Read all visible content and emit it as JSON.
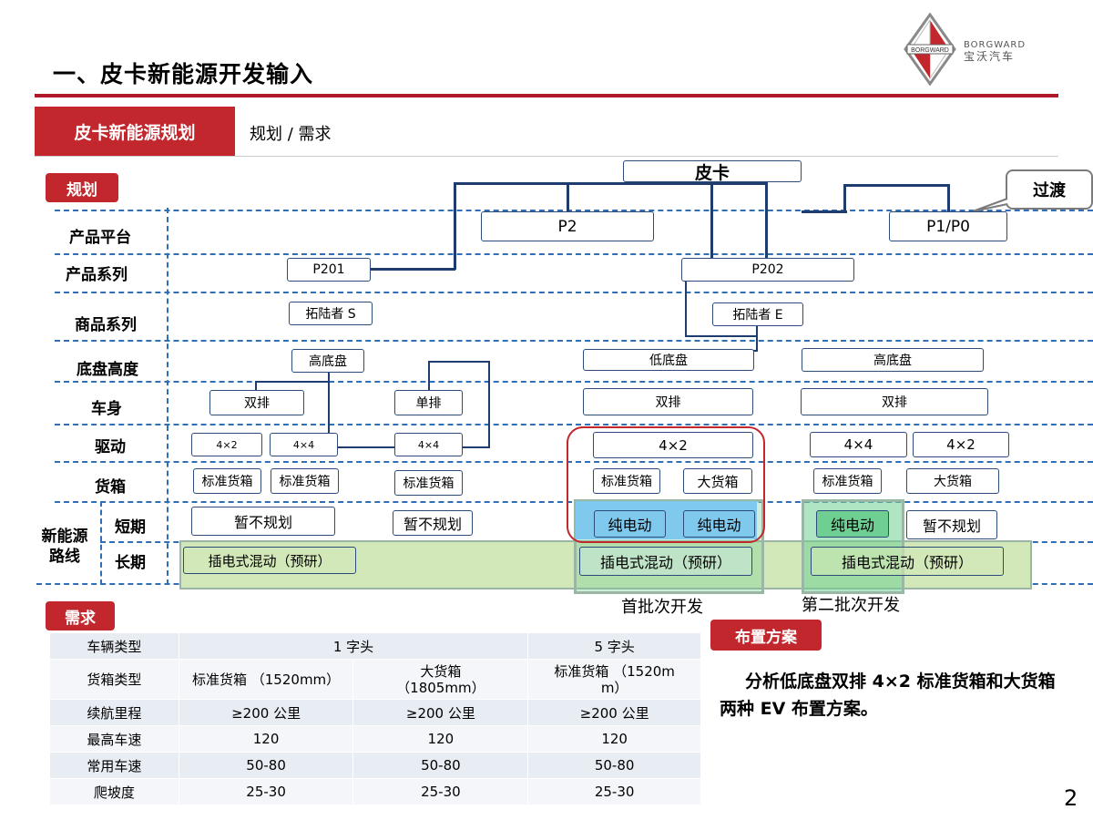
{
  "header": {
    "title": "一、皮卡新能源开发输入",
    "logo_text_en": "BORGWARD",
    "logo_text_cn": "宝沃汽车",
    "logo_badge": "BORGWARD"
  },
  "section": {
    "tab_label": "皮卡新能源规划",
    "subtitle": "规划 / 需求"
  },
  "planning": {
    "tag": "规划",
    "root": "皮卡",
    "callout": "过渡",
    "row_labels": {
      "platform": "产品平台",
      "series": "产品系列",
      "commodity": "商品系列",
      "chassis": "底盘高度",
      "body": "车身",
      "drive": "驱动",
      "cargo": "货箱",
      "route": "新能源\n路线",
      "short": "短期",
      "long": "长期"
    },
    "platforms": [
      "P2",
      "P1/P0"
    ],
    "series": [
      "P201",
      "P202"
    ],
    "commodity": [
      "拓陆者 S",
      "拓陆者 E"
    ],
    "chassis": [
      "高底盘",
      "低底盘",
      "高底盘"
    ],
    "body": [
      "双排",
      "单排",
      "双排",
      "双排"
    ],
    "drive": [
      "4×2",
      "4×4",
      "4×4",
      "4×2",
      "4×4",
      "4×2"
    ],
    "cargo": [
      "标准货箱",
      "标准货箱",
      "标准货箱",
      "标准货箱",
      "大货箱",
      "标准货箱",
      "大货箱"
    ],
    "short_term": [
      "暂不规划",
      "暂不规划",
      "纯电动",
      "纯电动",
      "纯电动",
      "暂不规划"
    ],
    "long_term": [
      "插电式混动（预研）",
      "插电式混动（预研）",
      "插电式混动（预研）"
    ],
    "batch_labels": [
      "首批次开发",
      "第二批次开发"
    ],
    "colors": {
      "accent_red": "#c1272d",
      "dash_blue": "#2e6fb6",
      "ev_blue": "#7fc8ee",
      "ev_green": "#6fcf92",
      "phev_green": "#d3e8b8"
    }
  },
  "requirements": {
    "tag": "需求",
    "columns": [
      "车辆类型",
      "1 字头",
      "5 字头"
    ],
    "cargo_row": [
      "货箱类型",
      "标准货箱 （1520mm）",
      "大货箱\n（1805mm）",
      "标准货箱 （1520m\nm）"
    ],
    "rows": [
      [
        "续航里程",
        "≥200 公里",
        "≥200 公里",
        "≥200 公里"
      ],
      [
        "最高车速",
        "120",
        "120",
        "120"
      ],
      [
        "常用车速",
        "50-80",
        "50-80",
        "50-80"
      ],
      [
        "爬坡度",
        "25-30",
        "25-30",
        "25-30"
      ]
    ]
  },
  "layout_plan": {
    "tag": "布置方案",
    "text": "分析低底盘双排 4×2 标准货箱和大货箱两种 EV 布置方案。"
  },
  "page_number": "2"
}
